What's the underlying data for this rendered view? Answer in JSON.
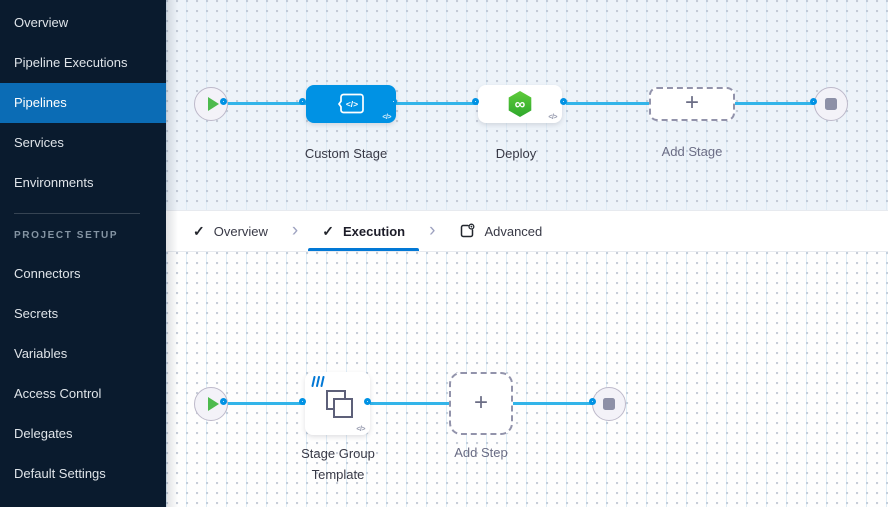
{
  "sidebar": {
    "items": [
      "Overview",
      "Pipeline Executions",
      "Pipelines",
      "Services",
      "Environments"
    ],
    "active_item": "Pipelines",
    "section_title": "PROJECT SETUP",
    "setup_items": [
      "Connectors",
      "Secrets",
      "Variables",
      "Access Control",
      "Delegates",
      "Default Settings"
    ]
  },
  "tabs": {
    "overview": "Overview",
    "execution": "Execution",
    "advanced": "Advanced",
    "active_tab": "Execution"
  },
  "stage_canvas": {
    "custom_stage_label": "Custom Stage",
    "deploy_label": "Deploy",
    "add_stage_label": "Add Stage"
  },
  "execution_canvas": {
    "stage_group_label": "Stage Group Template",
    "add_step_label": "Add Step"
  },
  "glyphs": {
    "check": "✓",
    "chevron": "›",
    "plus": "+",
    "infinity": "∞",
    "code": "</>"
  },
  "colors": {
    "sidebar_bg": "#0a1b2e",
    "nav_active_bg": "#0b6cb5",
    "node_blue": "#0092e4",
    "edge_blue": "#32b4e9",
    "deploy_green": "#42b93c",
    "tab_underline": "#0278d5",
    "play_green": "#4dba4d",
    "stop_gray": "#8d90a7"
  }
}
